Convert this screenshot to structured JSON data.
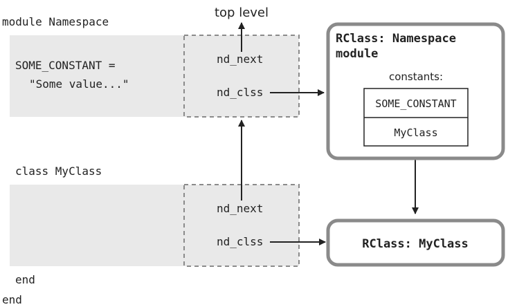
{
  "code": {
    "module_open": "module Namespace",
    "constant_line1": "SOME_CONSTANT =",
    "constant_line2": "\"Some value...\"",
    "class_open": "class MyClass",
    "class_end": "end",
    "module_end": "end"
  },
  "nodes": {
    "module_node": {
      "next_label": "nd_next",
      "clss_label": "nd_clss"
    },
    "class_node": {
      "next_label": "nd_next",
      "clss_label": "nd_clss"
    }
  },
  "top_level_label": "top level",
  "rclass_namespace": {
    "title_line1": "RClass: Namespace",
    "title_line2": "module",
    "constants_label": "constants:",
    "constants": [
      "SOME_CONSTANT",
      "MyClass"
    ]
  },
  "rclass_myclass": {
    "title": "RClass: MyClass"
  },
  "colors": {
    "panel_fill": "#e9e9e9",
    "border_gray": "#8a8a8a",
    "line": "#222222"
  }
}
